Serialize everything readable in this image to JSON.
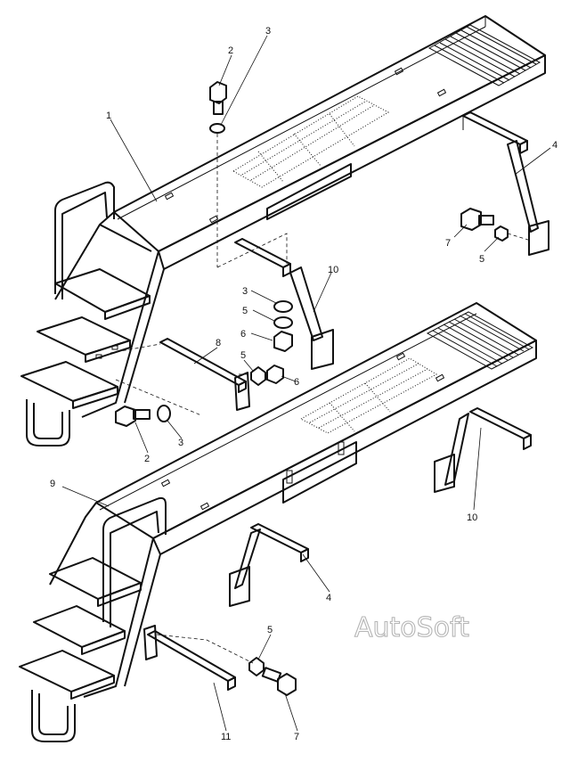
{
  "watermark": "AutoSoft",
  "callouts": [
    {
      "id": "c1",
      "text": "1"
    },
    {
      "id": "c2a",
      "text": "2"
    },
    {
      "id": "c3a",
      "text": "3"
    },
    {
      "id": "c4a",
      "text": "4"
    },
    {
      "id": "c7a",
      "text": "7"
    },
    {
      "id": "c5a",
      "text": "5"
    },
    {
      "id": "c10a",
      "text": "10"
    },
    {
      "id": "c3b",
      "text": "3"
    },
    {
      "id": "c5b",
      "text": "5"
    },
    {
      "id": "c6a",
      "text": "6"
    },
    {
      "id": "c8",
      "text": "8"
    },
    {
      "id": "c5c",
      "text": "5"
    },
    {
      "id": "c6b",
      "text": "6"
    },
    {
      "id": "c2b",
      "text": "2"
    },
    {
      "id": "c3c",
      "text": "3"
    },
    {
      "id": "c9",
      "text": "9"
    },
    {
      "id": "c10b",
      "text": "10"
    },
    {
      "id": "c4b",
      "text": "4"
    },
    {
      "id": "c5d",
      "text": "5"
    },
    {
      "id": "c11",
      "text": "11"
    },
    {
      "id": "c7b",
      "text": "7"
    }
  ]
}
